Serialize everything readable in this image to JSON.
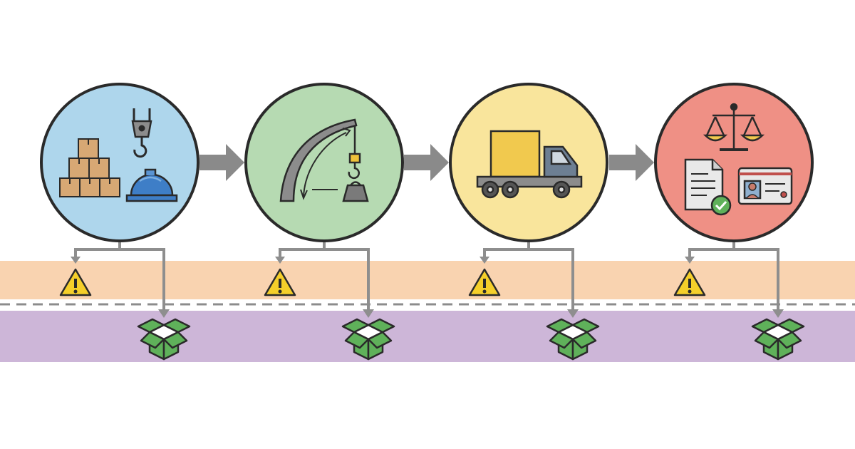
{
  "colors": {
    "background": "#ffffff",
    "outline": "#2a2a2a",
    "arrow": "#8a8a8a",
    "connector": "#8e8e8e",
    "band_risk": "#f9d3b0",
    "band_output": "#cdb6d8",
    "divider": "#8c8c8c",
    "warning": "#f5cf2a",
    "package": "#5fb15a"
  },
  "stages": [
    {
      "id": "materials",
      "fill": "#aed6ec",
      "icons": [
        "stacked-boxes-icon",
        "crane-hook-icon",
        "hard-hat-icon"
      ]
    },
    {
      "id": "lifting",
      "fill": "#b6dab2",
      "icons": [
        "crane-arc-icon",
        "hook-icon",
        "weight-icon"
      ]
    },
    {
      "id": "transport",
      "fill": "#f9e59c",
      "icons": [
        "truck-icon"
      ]
    },
    {
      "id": "compliance",
      "fill": "#ef9085",
      "icons": [
        "scales-icon",
        "document-check-icon",
        "id-card-icon"
      ]
    }
  ],
  "flow_arrow_icon": "arrow-right-icon",
  "risk_icon": "warning-icon",
  "output_icon": "open-box-icon"
}
